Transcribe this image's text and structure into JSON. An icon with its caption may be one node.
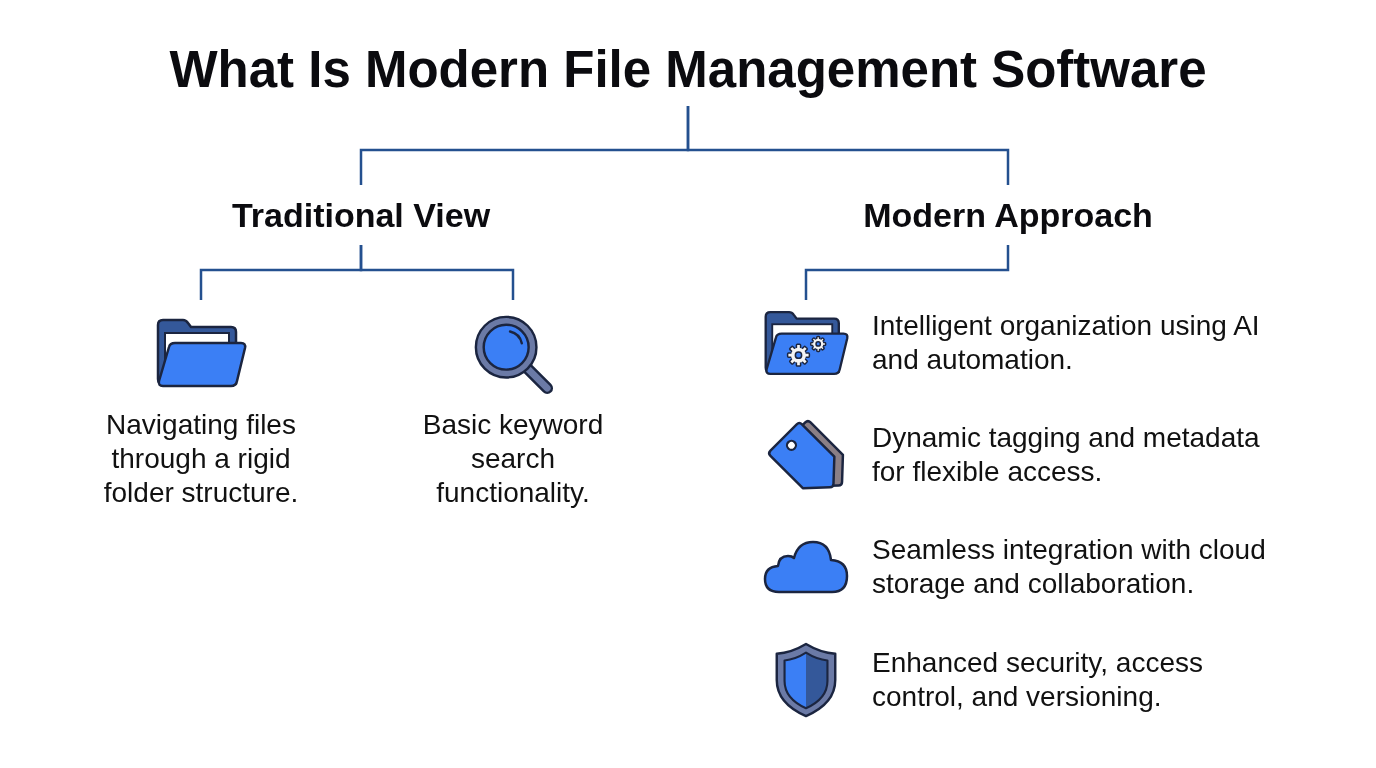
{
  "diagram": {
    "nodes": [
      {
        "text": [
          "What Is Modern File Management Software"
        ]
      },
      {
        "text": [
          "Traditional View"
        ]
      },
      {
        "text": [
          "Modern Approach"
        ]
      },
      {
        "text": [
          "Navigating files through a rigid folder structure."
        ]
      },
      {
        "text": [
          "Basic keyword search functionality."
        ]
      },
      {
        "text": [
          "Intelligent organization using AI and automation."
        ]
      },
      {
        "text": [
          "Dynamic tagging and metadata for flexible access."
        ]
      },
      {
        "text": [
          "Seamless integration with cloud storage and collaboration."
        ]
      },
      {
        "text": [
          "Enhanced security, access control, and versioning."
        ]
      }
    ],
    "edges": [
      {
        "from": 0,
        "to": 1,
        "arrow": "none"
      },
      {
        "from": 0,
        "to": 2,
        "arrow": "none"
      },
      {
        "from": 1,
        "to": 3,
        "arrow": "none"
      },
      {
        "from": 1,
        "to": 4,
        "arrow": "none"
      },
      {
        "from": 2,
        "to": 5,
        "arrow": "none"
      }
    ]
  }
}
